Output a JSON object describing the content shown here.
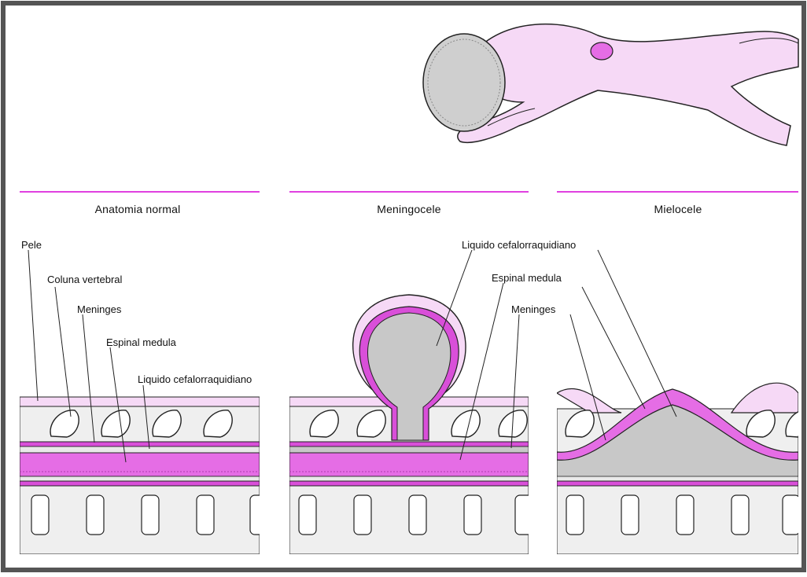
{
  "colors": {
    "border": "#555555",
    "accent": "#e040e0",
    "meninges": "#d94fd9",
    "skin": "#f6d9f6",
    "csf": "#c8c8c8",
    "bone": "#efefef"
  },
  "panels": [
    {
      "title": "Anatomia normal",
      "labels": {
        "skin": "Pele",
        "spine": "Coluna vertebral",
        "meninges": "Meninges",
        "cord": "Espinal medula",
        "csf": "Liquido cefalorraquidiano"
      }
    },
    {
      "title": "Meningocele",
      "labels": {
        "csf": "Liquido cefalorraquidiano",
        "cord": "Espinal medula",
        "meninges": "Meninges"
      }
    },
    {
      "title": "Mielocele",
      "labels": {}
    }
  ],
  "icons": {
    "infant": "infant-illustration-icon"
  }
}
